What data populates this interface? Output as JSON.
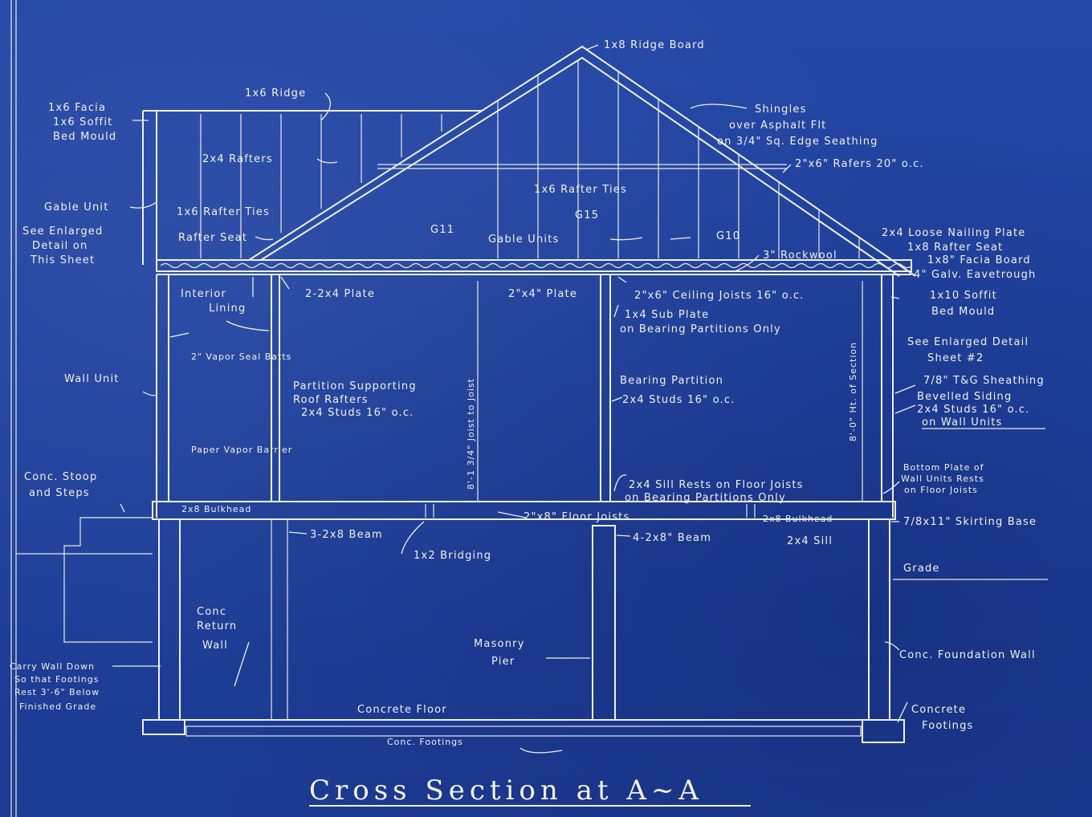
{
  "title": "Cross Section at A~A",
  "labels": {
    "ridge_board": "1x8 Ridge Board",
    "ridge": "1x6 Ridge",
    "facia_1": "1x6 Facia",
    "facia_2": "1x6 Soffit",
    "facia_3": "Bed Mould",
    "shingles_1": "Shingles",
    "shingles_2": "over Asphalt Flt",
    "shingles_3": "on 3/4\" Sq. Edge Seathing",
    "rafters_2x6": "2\"x6\" Rafers 20\" o.c.",
    "rafters_2x4": "2x4 Rafters",
    "rafter_ties_right": "1x6 Rafter Ties",
    "rafter_ties_left": "1x6 Rafter Ties",
    "gable_unit": "Gable Unit",
    "see_enlarged_1": "See Enlarged",
    "see_enlarged_2": "Detail on",
    "see_enlarged_3": "This Sheet",
    "rafter_seat": "Rafter Seat",
    "g11": "G11",
    "g15": "G15",
    "g10": "G10",
    "gable_units": "Gable Units",
    "rockwool": "3\" Rockwool",
    "loose_plate": "2x4 Loose Nailing Plate",
    "rafter_seat_1x8": "1x8 Rafter Seat",
    "facia_board": "1x8\" Facia Board",
    "eavetrough": "4\" Galv. Eavetrough",
    "soffit_1x10": "1x10 Soffit",
    "bed_mould_r": "Bed Mould",
    "interior_lining_1": "Interior",
    "interior_lining_2": "Lining",
    "plate_2_2x4": "2-2x4 Plate",
    "plate_2x4": "2\"x4\" Plate",
    "ceiling_joists": "2\"x6\" Ceiling Joists 16\" o.c.",
    "sub_plate_1": "1x4 Sub Plate",
    "sub_plate_2": "on Bearing Partitions Only",
    "see_detail_1": "See Enlarged Detail",
    "see_detail_2": "Sheet #2",
    "vapor_batts": "2\" Vapor Seal Batts",
    "wall_unit": "Wall Unit",
    "partition_1": "Partition Supporting",
    "partition_2": "Roof Rafters",
    "partition_3": "2x4 Studs 16\" o.c.",
    "joist_dim": "8'-1 3/4\" Joist to Joist",
    "bearing_1": "Bearing Partition",
    "bearing_2": "2x4 Studs 16\" o.c.",
    "section_ht": "8'-0\" Ht. of Section",
    "sheathing": "7/8\" T&G Sheathing",
    "bevelled": "Bevelled Siding",
    "studs_wall_1": "2x4 Studs 16\" o.c.",
    "studs_wall_2": "on Wall Units",
    "paper_vapor": "Paper Vapor Barrier",
    "stoop_1": "Conc. Stoop",
    "stoop_2": "and Steps",
    "sill_1": "2x4 Sill Rests on Floor Joists",
    "sill_2": "on Bearing Partitions Only",
    "bottom_plate_1": "Bottom Plate of",
    "bottom_plate_2": "Wall Units Rests",
    "bottom_plate_3": "on Floor Joists",
    "bulkhead_left": "2x8 Bulkhead",
    "floor_joists": "2\"x8\" Floor Joists",
    "bulkhead_right": "2x8 Bulkhead",
    "skirting": "7/8x11\" Skirting Base",
    "beam_3": "3-2x8 Beam",
    "beam_4": "4-2x8\" Beam",
    "sill_2x4": "2x4 Sill",
    "bridging": "1x2 Bridging",
    "grade": "Grade",
    "return_1": "Conc",
    "return_2": "Return",
    "return_3": "Wall",
    "pier_1": "Masonry",
    "pier_2": "Pier",
    "foundation": "Conc. Foundation Wall",
    "carry_1": "Carry Wall Down",
    "carry_2": "So that Footings",
    "carry_3": "Rest 3'-6\" Below",
    "carry_4": "Finished Grade",
    "concrete_floor": "Concrete Floor",
    "footings_center": "Conc. Footings",
    "footings_r1": "Concrete",
    "footings_r2": "Footings"
  }
}
